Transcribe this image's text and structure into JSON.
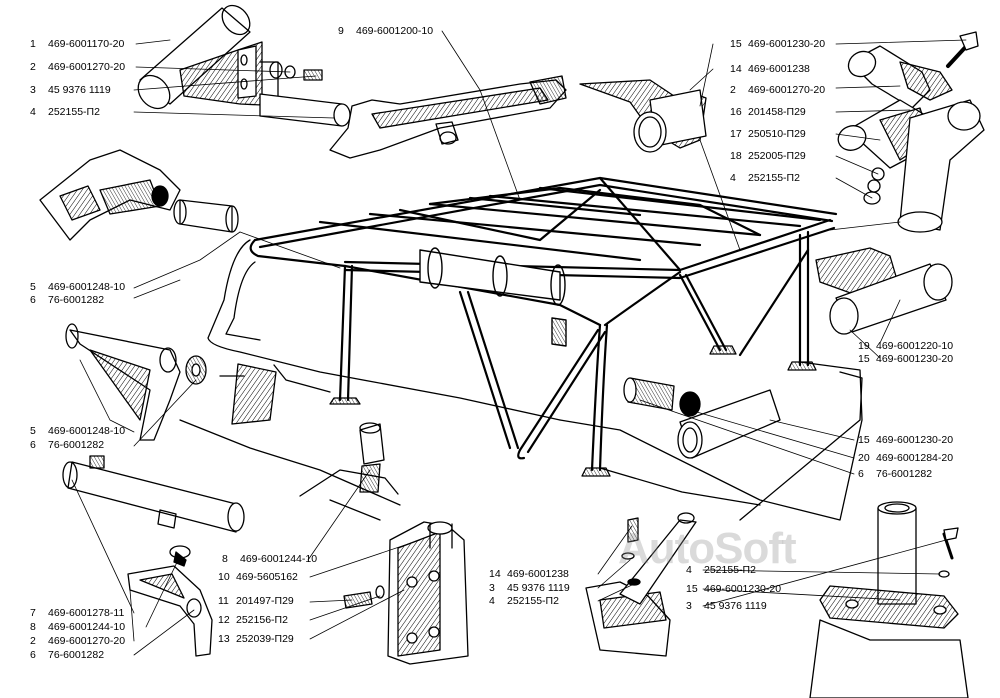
{
  "watermark": "AutoSoft",
  "colors": {
    "ink": "#000000",
    "paper": "#ffffff",
    "watermark": "#8c8c8c"
  },
  "callouts": [
    {
      "id": "c1",
      "num": "1",
      "code": "469-6001170-20"
    },
    {
      "id": "c2",
      "num": "2",
      "code": "469-6001270-20"
    },
    {
      "id": "c3",
      "num": "3",
      "code": "45 9376 1119"
    },
    {
      "id": "c4",
      "num": "4",
      "code": "252155-П2"
    },
    {
      "id": "c5",
      "num": "9",
      "code": "469-6001200-10"
    },
    {
      "id": "c6",
      "num": "15",
      "code": "469-6001230-20"
    },
    {
      "id": "c7",
      "num": "14",
      "code": "469-6001238"
    },
    {
      "id": "c8",
      "num": "2",
      "code": "469-6001270-20"
    },
    {
      "id": "c9",
      "num": "16",
      "code": "201458-П29"
    },
    {
      "id": "c10",
      "num": "17",
      "code": "250510-П29"
    },
    {
      "id": "c11",
      "num": "18",
      "code": "252005-П29"
    },
    {
      "id": "c12",
      "num": "4",
      "code": "252155-П2"
    },
    {
      "id": "c13",
      "num": "5",
      "code": "469-6001248-10"
    },
    {
      "id": "c14",
      "num": "6",
      "code": "76-6001282"
    },
    {
      "id": "c15",
      "num": "19",
      "code": "469-6001220-10"
    },
    {
      "id": "c16",
      "num": "15",
      "code": "469-6001230-20"
    },
    {
      "id": "c17",
      "num": "5",
      "code": "469-6001248-10"
    },
    {
      "id": "c18",
      "num": "6",
      "code": "76-6001282"
    },
    {
      "id": "c19",
      "num": "15",
      "code": "469-6001230-20"
    },
    {
      "id": "c20",
      "num": "20",
      "code": "469-6001284-20"
    },
    {
      "id": "c21",
      "num": "6",
      "code": "76-6001282"
    },
    {
      "id": "c22",
      "num": "8",
      "code": "469-6001244-10"
    },
    {
      "id": "c23",
      "num": "10",
      "code": "469-5605162"
    },
    {
      "id": "c24",
      "num": "11",
      "code": "201497-П29"
    },
    {
      "id": "c25",
      "num": "12",
      "code": "252156-П2"
    },
    {
      "id": "c26",
      "num": "13",
      "code": "252039-П29"
    },
    {
      "id": "c27",
      "num": "14",
      "code": "469-6001238"
    },
    {
      "id": "c28",
      "num": "3",
      "code": "45 9376 1119"
    },
    {
      "id": "c29",
      "num": "4",
      "code": "252155-П2"
    },
    {
      "id": "c30",
      "num": "4",
      "code": "252155-П2"
    },
    {
      "id": "c31",
      "num": "15",
      "code": "469-6001230-20"
    },
    {
      "id": "c32",
      "num": "3",
      "code": "45 9376 1119"
    },
    {
      "id": "c33",
      "num": "7",
      "code": "469-6001278-11"
    },
    {
      "id": "c34",
      "num": "8",
      "code": "469-6001244-10"
    },
    {
      "id": "c35",
      "num": "2",
      "code": "469-6001270-20"
    },
    {
      "id": "c36",
      "num": "6",
      "code": "76-6001282"
    }
  ]
}
